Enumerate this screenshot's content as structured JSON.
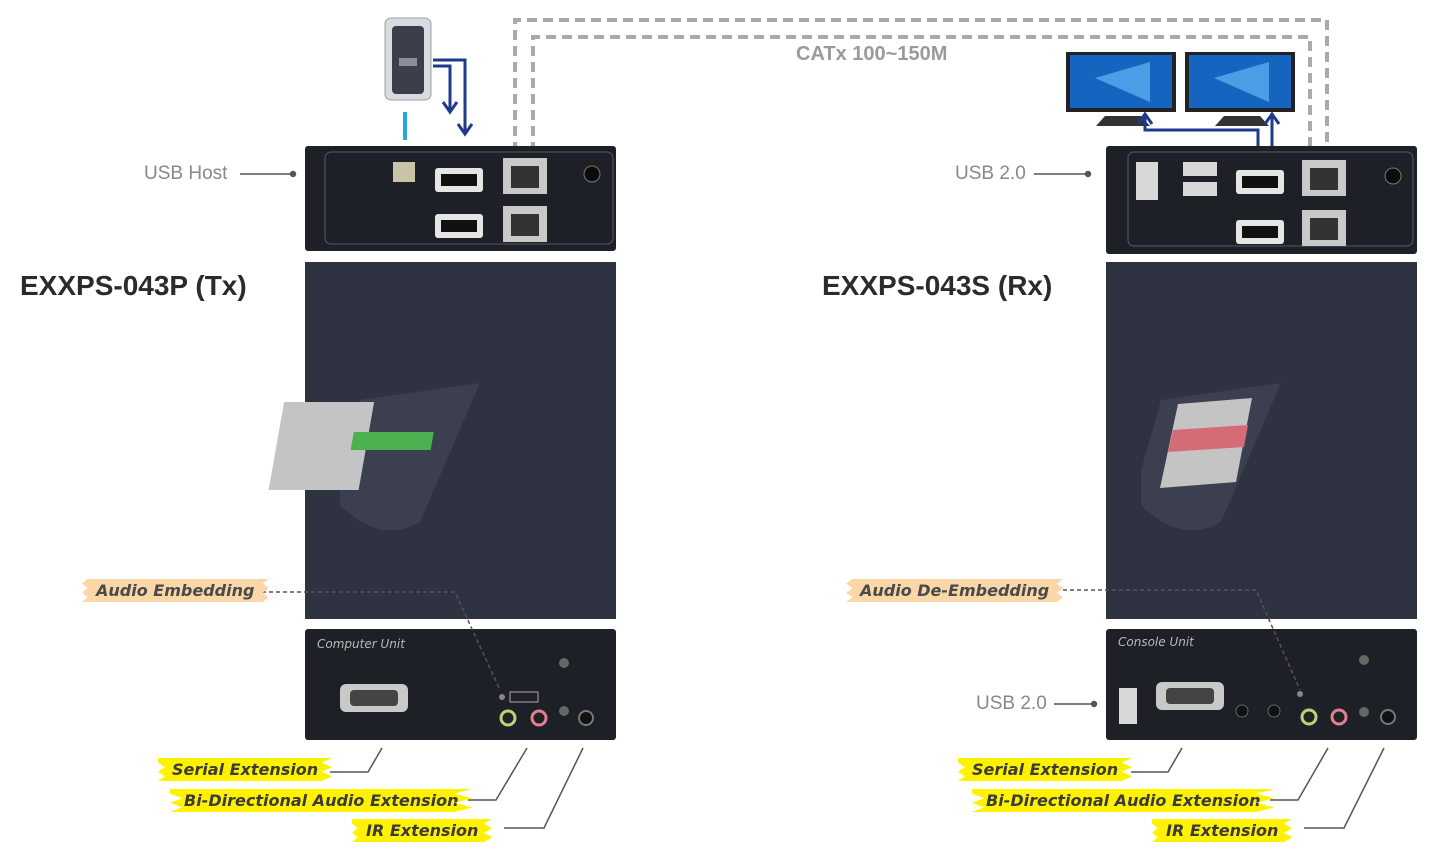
{
  "cable": {
    "label": "CATx 100~150M"
  },
  "tx": {
    "title": "EXXPS-043P (Tx)",
    "side_label": "USB Host",
    "front_label": "Computer Unit",
    "audio_tag": "Audio Embedding",
    "tags": [
      "Serial Extension",
      "Bi-Directional Audio Extension",
      "IR Extension"
    ]
  },
  "rx": {
    "title": "EXXPS-043S (Rx)",
    "side_label": "USB 2.0",
    "front_label": "Console Unit",
    "front_side_label": "USB 2.0",
    "audio_tag": "Audio De-Embedding",
    "tags": [
      "Serial Extension",
      "Bi-Directional Audio Extension",
      "IR Extension"
    ]
  },
  "colors": {
    "device_body": "#2f3240",
    "panel": "#1f2128",
    "cable_dashed": "#aaaaaa",
    "arrow_blue": "#1f3a8a",
    "usb_line": "#29a8e0",
    "tag_yellow": "#fff200",
    "tag_peach": "#fbd7a8"
  }
}
